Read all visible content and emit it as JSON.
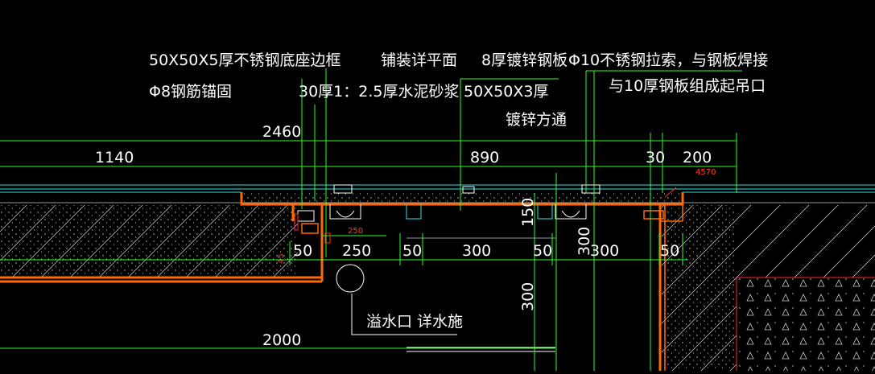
{
  "annotations": {
    "base_frame": "50X50X5厚不锈钢底座边框",
    "paving": "铺装详平面",
    "steel_plate": "8厚镀锌钢板",
    "cable": "Φ10不锈钢拉索，与钢板焊接",
    "rebar_anchor": "Φ8钢筋锚固",
    "mortar": "30厚1：2.5厚水泥砂浆",
    "square_tube_1": "50X50X3厚",
    "square_tube_2": "镀锌方通",
    "lifting_1": "与10厚钢板组成起吊口",
    "overflow": "溢水口 详水施"
  },
  "dimensions": {
    "d2460": "2460",
    "d1140": "1140",
    "d890": "890",
    "d30": "30",
    "d200": "200",
    "d250_small": "250",
    "d50_a": "50",
    "d250": "250",
    "d50_b": "50",
    "d300_a": "300",
    "d50_c": "50",
    "d300_b": "300",
    "d50_d": "50",
    "d150": "150",
    "d300_v": "300",
    "d300_v2": "300",
    "d2000": "2000",
    "d4570": "4570",
    "d45": "45"
  },
  "colors": {
    "background": "#000000",
    "dimension_lines": "#2bff2b",
    "steel_outline": "#ff6a00",
    "pavement": "#39e0e0",
    "text": "#ffffff",
    "small_marks": "#ff2a2a"
  }
}
